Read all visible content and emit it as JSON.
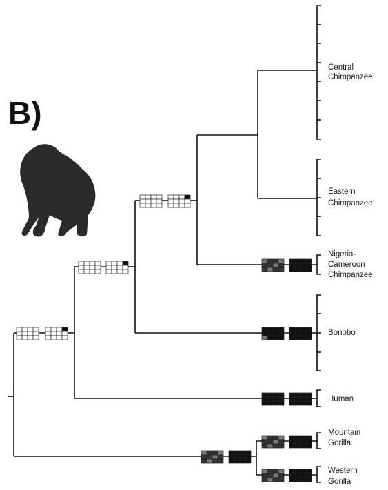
{
  "figure": {
    "panel_label": "B)",
    "icon": "gorilla-silhouette-icon",
    "taxa": [
      {
        "id": "central",
        "lines": [
          "Central",
          "Chimpanzee"
        ]
      },
      {
        "id": "eastern",
        "lines": [
          "Eastern",
          "Chimpanzee"
        ]
      },
      {
        "id": "nigeria",
        "lines": [
          "Nigeria-",
          "Cameroon",
          "Chimpanzee"
        ]
      },
      {
        "id": "bonobo",
        "lines": [
          "Bonobo"
        ]
      },
      {
        "id": "human",
        "lines": [
          "Human"
        ]
      },
      {
        "id": "mountain",
        "lines": [
          "Mountain",
          "Gorilla"
        ]
      },
      {
        "id": "western",
        "lines": [
          "Western",
          "Gorilla"
        ]
      }
    ],
    "colors": {
      "line": "#111111",
      "cell_empty": "#ffffff",
      "cell_full": "#111111",
      "cell_mid": "#777777",
      "cell_dark": "#333333"
    }
  }
}
